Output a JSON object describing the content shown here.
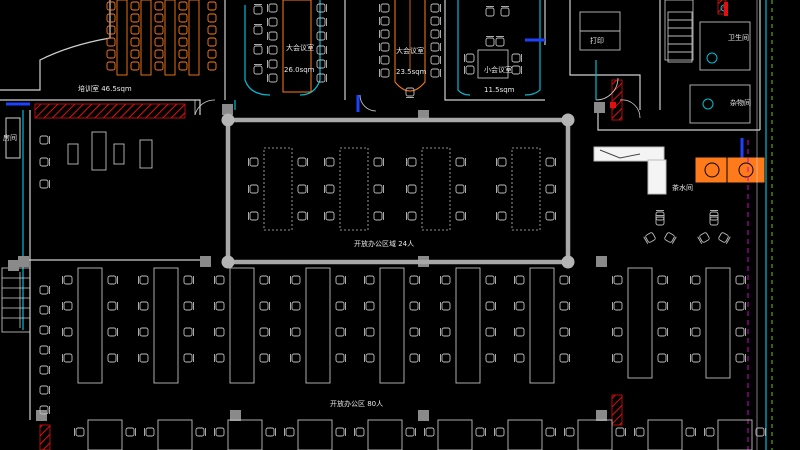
{
  "app": {
    "title": ""
  },
  "colors": {
    "background": "#000000",
    "wall": "#d0d0d0",
    "glass": "#00bcd4",
    "furniture": "#bdbdbd",
    "highlight": "#ff7a1a",
    "hatch": "#e01010",
    "door": "#1e40ff",
    "selection": "#a8a8a8",
    "lime": "#7fff00",
    "magenta": "#d400d4"
  },
  "labels": {
    "room_left": "培训室 46.5sqm",
    "room_meeting_a": "大会议室",
    "room_meeting_a_area": "26.0sqm",
    "room_meeting_b": "大会议室",
    "room_meeting_b_area": "23.5sqm",
    "room_meeting_c": "小会议室",
    "room_meeting_c_area": "11.5sqm",
    "selected_area": "开放办公区域 24人",
    "open_office": "开放办公区 80人",
    "printer": "打印",
    "washroom": "卫生间",
    "pantry": "茶水间",
    "storage": "杂物间",
    "side_room": "房间"
  },
  "icons": [
    "selection-grip-icon",
    "stair-icon",
    "door-swing-icon",
    "chair-icon",
    "sink-icon"
  ]
}
